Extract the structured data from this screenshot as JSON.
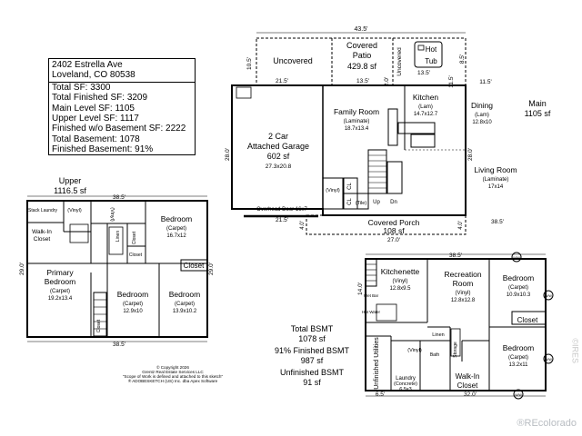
{
  "info": {
    "address_line1": "2402 Estrella Ave",
    "address_line2": "Loveland, CO 80538",
    "lines": [
      "Total SF: 3300",
      "Total Finished SF: 3209",
      "Main Level SF: 1105",
      "Upper Level SF: 1117",
      "Finished w/o Basement SF: 2222",
      "Total Basement: 1078",
      "Finished Basement: 91%"
    ]
  },
  "main": {
    "title": "Main",
    "sf": "1105 sf",
    "garage": [
      "2 Car",
      "Attached Garage",
      "602 sf",
      "27.3x20.8"
    ],
    "overhead_door": "Overhead Door 16x7",
    "uncovered": "Uncovered",
    "uncovered_side": "Uncovered",
    "covered_patio": [
      "Covered",
      "Patio",
      "429.8 sf"
    ],
    "hot_tub": [
      "Hot",
      "Tub"
    ],
    "family_room": [
      "Family Room",
      "(Laminate)",
      "18.7x13.4"
    ],
    "kitchen": [
      "Kitchen",
      "(Lam)",
      "14.7x12.7"
    ],
    "dining": [
      "Dining",
      "(Lam)",
      "12.8x10"
    ],
    "living_room": [
      "Living Room",
      "(Laminate)",
      "17x14"
    ],
    "covered_porch": [
      "Covered Porch",
      "108 sf"
    ],
    "small": [
      "(Vinyl)",
      "(Tile)",
      "CL",
      "CL",
      "Up",
      "Dn"
    ],
    "dims": {
      "top": "43.5'",
      "left_top": "10.5'",
      "d1": "21.5'",
      "d2": "13.5'",
      "d3": "2.0'",
      "d4": "13.5'",
      "d5": "11.5'",
      "d6": "8.5'",
      "left": "28.0'",
      "right": "28.0'",
      "bottom1": "21.5'",
      "bottom2": "38.5'",
      "bottom3": "27.0'",
      "porch_l": "4.0'",
      "porch_r": "4.0'"
    }
  },
  "upper": {
    "title": "Upper",
    "sf": "1116.5 sf",
    "bedroom_top": [
      "Bedroom",
      "(Carpet)",
      "16.7x12"
    ],
    "primary": [
      "Primary",
      "Bedroom",
      "(Carpet)",
      "19.2x13.4"
    ],
    "bedroom_mid": [
      "Bedroom",
      "(Carpet)",
      "12.9x10"
    ],
    "bedroom_right": [
      "Bedroom",
      "(Carpet)",
      "13.9x10.2"
    ],
    "walk_in": [
      "Walk-In",
      "Closet"
    ],
    "closet": "Closet",
    "small": [
      "Stack Laundry",
      "(Vinyl)",
      "(Vinyl)",
      "Linen",
      "Closet",
      "Closet",
      "Closet"
    ],
    "dims": {
      "top": "38.5'",
      "left": "29.0'",
      "right": "29.0'",
      "bottom": "38.5'"
    }
  },
  "basement": {
    "kitchenette": [
      "Kitchenette",
      "(Vinyl)",
      "12.8x9.5"
    ],
    "recreation": [
      "Recreation",
      "Room",
      "(Vinyl)",
      "12.8x12.8"
    ],
    "bedroom_top": [
      "Bedroom",
      "(Carpet)",
      "10.9x10.3"
    ],
    "bedroom_bottom": [
      "Bedroom",
      "(Carpet)",
      "13.2x11"
    ],
    "closet": "Closet",
    "unfinished_utilities": "Unfinished Utilities",
    "laundry": [
      "Laundry",
      "(Concrete)",
      "6.5x3"
    ],
    "walk_in": [
      "Walk-In",
      "Closet"
    ],
    "small": [
      "(Vinyl)",
      "Linen",
      "Storage",
      "Bath",
      "Wet Bar",
      "Hot Water",
      "W/W",
      "W/W",
      "W/W",
      "W/W"
    ],
    "dims": {
      "top": "38.5'",
      "left": "14.0'",
      "bottom_a": "6.5'",
      "bottom_b": "32.0'"
    }
  },
  "totals": [
    "Total BSMT",
    "1078 sf",
    "91% Finished BSMT",
    "987 sf",
    "Unfinished BSMT",
    "91 sf"
  ],
  "copyright": [
    "© Copyright 2026",
    "Grentz Real Estate Services LLC",
    "\"Scope of Work is defined and attached to this sketch\"",
    "® ADOBESKETCH (US) Inc. dba Apex Software"
  ],
  "watermark": "®REcolorado",
  "side_mark": "©IRES"
}
